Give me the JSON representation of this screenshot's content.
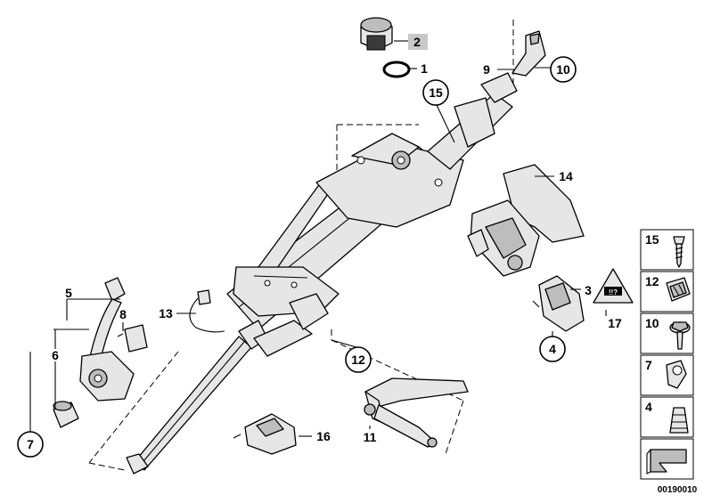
{
  "callouts": {
    "c1": "1",
    "c2": "2",
    "c3": "3",
    "c4": "4",
    "c5": "5",
    "c6": "6",
    "c7": "7",
    "c8": "8",
    "c9": "9",
    "c10": "10",
    "c11": "11",
    "c12": "12",
    "c13": "13",
    "c14": "14",
    "c15": "15",
    "c16": "16",
    "c17": "17"
  },
  "legend": {
    "items": [
      {
        "label": "15",
        "icon": "screw-icon"
      },
      {
        "label": "12",
        "icon": "clip-nut-icon"
      },
      {
        "label": "10",
        "icon": "hex-bolt-icon"
      },
      {
        "label": "7",
        "icon": "cable-clip-icon"
      },
      {
        "label": "4",
        "icon": "rubber-sleeve-icon"
      }
    ]
  },
  "warning_label": "!!?",
  "diagram_id": "00190010",
  "colors": {
    "line": "#000000",
    "part_fill": "#e6e6e6",
    "shade": "#bdbdbd",
    "highlight_box": "#c8c8c8"
  }
}
